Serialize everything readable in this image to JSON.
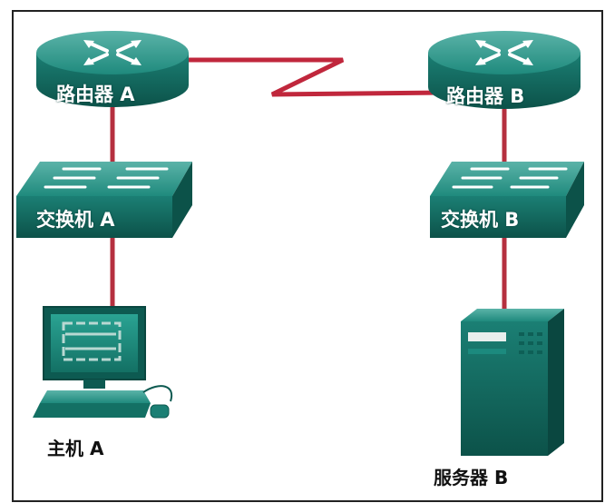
{
  "diagram": {
    "nodes": {
      "router_a": {
        "label": "路由器 A",
        "type": "router"
      },
      "router_b": {
        "label": "路由器 B",
        "type": "router"
      },
      "switch_a": {
        "label": "交换机 A",
        "type": "switch"
      },
      "switch_b": {
        "label": "交换机 B",
        "type": "switch"
      },
      "host_a": {
        "label": "主机 A",
        "type": "pc"
      },
      "server_b": {
        "label": "服务器 B",
        "type": "server"
      }
    },
    "links": [
      {
        "from": "router_a",
        "to": "router_b",
        "kind": "serial"
      },
      {
        "from": "router_a",
        "to": "switch_a",
        "kind": "ethernet"
      },
      {
        "from": "switch_a",
        "to": "host_a",
        "kind": "ethernet"
      },
      {
        "from": "router_b",
        "to": "switch_b",
        "kind": "ethernet"
      },
      {
        "from": "switch_b",
        "to": "server_b",
        "kind": "ethernet"
      }
    ],
    "colors": {
      "device_teal": "#1b7f74",
      "device_dark": "#0d5a51",
      "link_red": "#b5303f",
      "frame": "#222222"
    }
  }
}
